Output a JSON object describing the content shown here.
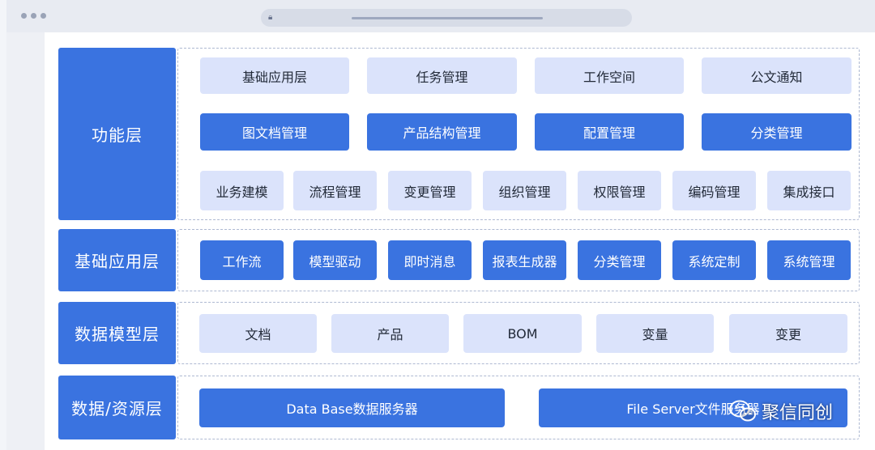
{
  "colors": {
    "primary": "#3a73e0",
    "light_box": "#dbe3fb",
    "dashed_border": "#aeb9d2"
  },
  "layers": {
    "function": {
      "label": "功能层",
      "row1": [
        "基础应用层",
        "任务管理",
        "工作空间",
        "公文通知"
      ],
      "row2": [
        "图文档管理",
        "产品结构管理",
        "配置管理",
        "分类管理"
      ],
      "row3": [
        "业务建模",
        "流程管理",
        "变更管理",
        "组织管理",
        "权限管理",
        "编码管理",
        "集成接口"
      ]
    },
    "base_app": {
      "label": "基础应用层",
      "items": [
        "工作流",
        "模型驱动",
        "即时消息",
        "报表生成器",
        "分类管理",
        "系统定制",
        "系统管理"
      ]
    },
    "data_model": {
      "label": "数据模型层",
      "items": [
        "文档",
        "产品",
        "BOM",
        "变量",
        "变更"
      ]
    },
    "resource": {
      "label": "数据/资源层",
      "items": [
        "Data Base数据服务器",
        "File Server文件服务器"
      ]
    }
  },
  "watermark": {
    "text": "聚信同创",
    "icon": "wechat-icon"
  }
}
